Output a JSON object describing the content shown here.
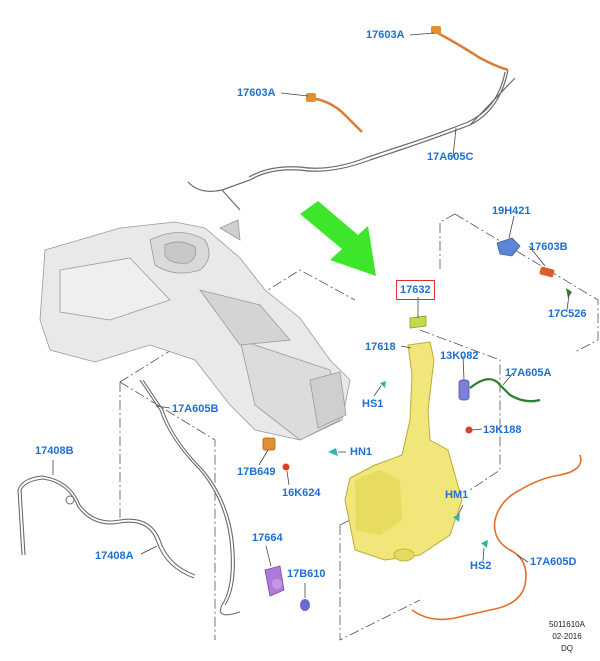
{
  "diagram": {
    "callouts": {
      "c17603A_top": "17603A",
      "c17603A_mid": "17603A",
      "c17A605C": "17A605C",
      "c19H421": "19H421",
      "c17603B": "17603B",
      "c17C526": "17C526",
      "c17632": "17632",
      "c17618": "17618",
      "c13K082": "13K082",
      "c17A605A": "17A605A",
      "cHS1": "HS1",
      "c13K188": "13K188",
      "c17A605B": "17A605B",
      "c17408B": "17408B",
      "cHN1": "HN1",
      "c17B649": "17B649",
      "c16K624": "16K624",
      "cHM1": "HM1",
      "c17664": "17664",
      "c17B610": "17B610",
      "cHS2": "HS2",
      "c17A605D": "17A605D",
      "c17408A": "17408A"
    },
    "highlighted_part": "17632",
    "footer": {
      "ref": "5011610A",
      "date": "02-2016",
      "code": "DQ"
    },
    "colors": {
      "label": "#1f6fd1",
      "highlight_box": "#e0302f",
      "arrow": "#3de52b",
      "reservoir": "#f0e67a",
      "hose_orange": "#e0702a",
      "hose_green": "#2e7d32",
      "pump": "#b07bd8",
      "bracket_blue": "#5b86d6",
      "connector_teal": "#2fb5a6"
    }
  }
}
